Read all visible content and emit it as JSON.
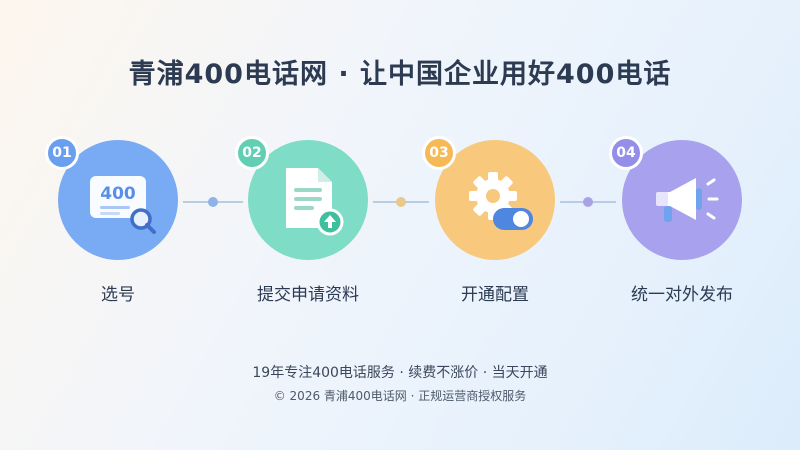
{
  "title": "青浦400电话网 · 让中国企业用好400电话",
  "steps": [
    {
      "num": "01",
      "label": "选号",
      "icon": "number-search-icon",
      "icon_text": "400",
      "color": "#79aaf4",
      "badge_color": "#6a9ff0"
    },
    {
      "num": "02",
      "label": "提交申请资料",
      "icon": "document-upload-icon",
      "color": "#7fdcc6",
      "badge_color": "#62cfb4"
    },
    {
      "num": "03",
      "label": "开通配置",
      "icon": "gear-toggle-icon",
      "color": "#f8c97d",
      "badge_color": "#f5b955"
    },
    {
      "num": "04",
      "label": "统一对外发布",
      "icon": "megaphone-icon",
      "color": "#a8a2ee",
      "badge_color": "#958ee8"
    }
  ],
  "connector_dots": [
    "#8fb3e6",
    "#e9c98a",
    "#a9a3e6"
  ],
  "footer": {
    "line1": "19年专注400电话服务 · 续费不涨价 · 当天开通",
    "line2": "© 2026 青浦400电话网 · 正规运营商授权服务"
  }
}
